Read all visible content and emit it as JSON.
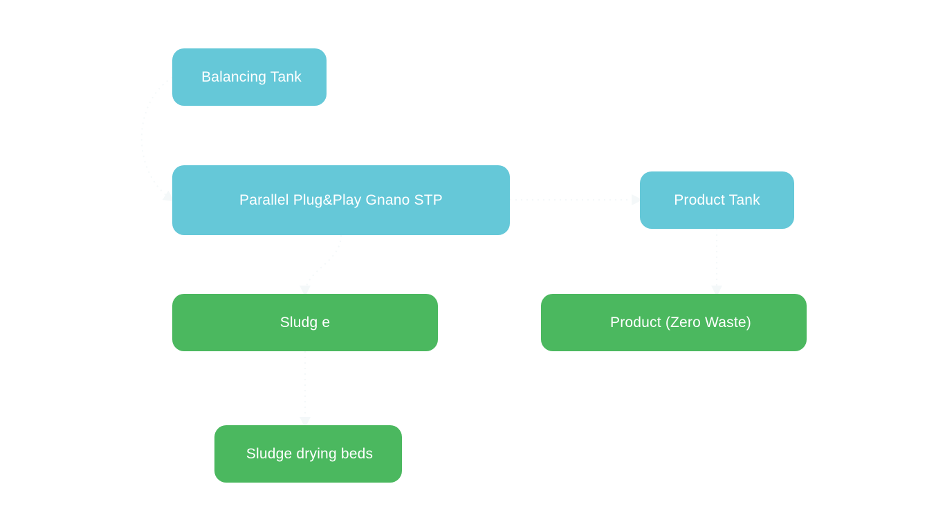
{
  "diagram": {
    "title": "",
    "colors": {
      "process": "#65c8d8",
      "output": "#4bb85f",
      "text": "#ffffff",
      "background": "#ffffff",
      "connector": "#f4f8f9"
    },
    "nodes": [
      {
        "id": "balancing",
        "label": "Balancing Tank",
        "type": "process"
      },
      {
        "id": "parallel",
        "label": "Parallel Plug&Play Gnano STP",
        "type": "process"
      },
      {
        "id": "product_tank",
        "label": "Product Tank",
        "type": "process"
      },
      {
        "id": "sludge",
        "label": "Sludg e",
        "type": "output"
      },
      {
        "id": "product",
        "label": "Product (Zero Waste)",
        "type": "output"
      },
      {
        "id": "drying",
        "label": "Sludge drying beds",
        "type": "output"
      }
    ],
    "edges": [
      {
        "from": "balancing",
        "to": "parallel"
      },
      {
        "from": "parallel",
        "to": "product_tank"
      },
      {
        "from": "parallel",
        "to": "sludge"
      },
      {
        "from": "product_tank",
        "to": "product"
      },
      {
        "from": "sludge",
        "to": "drying"
      }
    ]
  }
}
